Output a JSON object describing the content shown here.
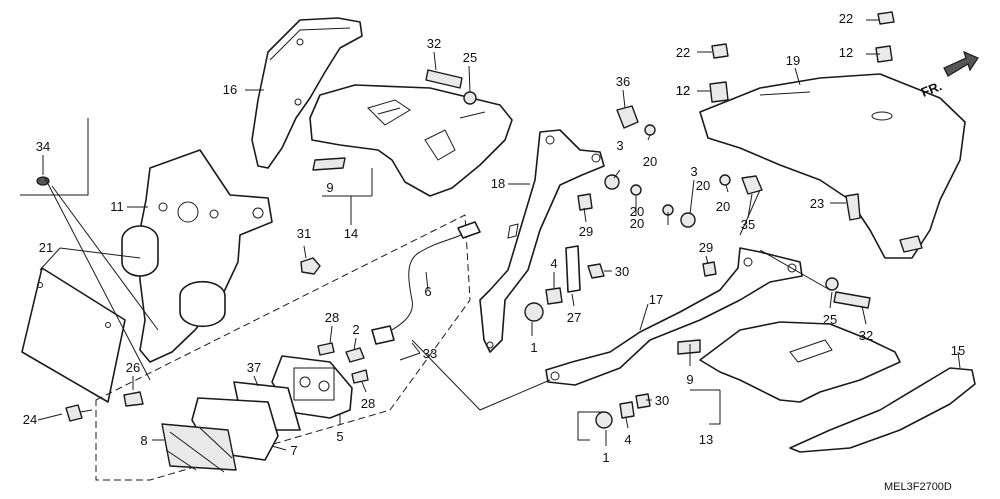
{
  "diagram_code": "MEL3F2700D",
  "direction_label": "FR.",
  "callouts": [
    {
      "id": "c22a",
      "text": "22"
    },
    {
      "id": "c12a",
      "text": "12"
    },
    {
      "id": "c22b",
      "text": "22"
    },
    {
      "id": "c12b",
      "text": "12"
    },
    {
      "id": "c12c",
      "text": "12"
    },
    {
      "id": "c19",
      "text": "19"
    },
    {
      "id": "c32a",
      "text": "32"
    },
    {
      "id": "c25a",
      "text": "25"
    },
    {
      "id": "c16",
      "text": "16"
    },
    {
      "id": "c36",
      "text": "36"
    },
    {
      "id": "c34",
      "text": "34"
    },
    {
      "id": "c3a",
      "text": "3"
    },
    {
      "id": "c20a",
      "text": "20"
    },
    {
      "id": "c3b",
      "text": "3"
    },
    {
      "id": "c20b",
      "text": "20"
    },
    {
      "id": "c9a",
      "text": "9"
    },
    {
      "id": "c18",
      "text": "18"
    },
    {
      "id": "c20c",
      "text": "20"
    },
    {
      "id": "c20d",
      "text": "20"
    },
    {
      "id": "c35",
      "text": "35"
    },
    {
      "id": "c23",
      "text": "23"
    },
    {
      "id": "c11",
      "text": "11"
    },
    {
      "id": "c14",
      "text": "14"
    },
    {
      "id": "c29a",
      "text": "29"
    },
    {
      "id": "c20e",
      "text": "20"
    },
    {
      "id": "c31",
      "text": "31"
    },
    {
      "id": "c21",
      "text": "21"
    },
    {
      "id": "c29b",
      "text": "29"
    },
    {
      "id": "c4a",
      "text": "4"
    },
    {
      "id": "c30a",
      "text": "30"
    },
    {
      "id": "c6",
      "text": "6"
    },
    {
      "id": "c25b",
      "text": "25"
    },
    {
      "id": "c27",
      "text": "27"
    },
    {
      "id": "c17",
      "text": "17"
    },
    {
      "id": "c28a",
      "text": "28"
    },
    {
      "id": "c2",
      "text": "2"
    },
    {
      "id": "c32b",
      "text": "32"
    },
    {
      "id": "c1a",
      "text": "1"
    },
    {
      "id": "c33",
      "text": "33"
    },
    {
      "id": "c26",
      "text": "26"
    },
    {
      "id": "c37",
      "text": "37"
    },
    {
      "id": "c9b",
      "text": "9"
    },
    {
      "id": "c15",
      "text": "15"
    },
    {
      "id": "c28b",
      "text": "28"
    },
    {
      "id": "c24",
      "text": "24"
    },
    {
      "id": "c30b",
      "text": "30"
    },
    {
      "id": "c4b",
      "text": "4"
    },
    {
      "id": "c13",
      "text": "13"
    },
    {
      "id": "c5",
      "text": "5"
    },
    {
      "id": "c8",
      "text": "8"
    },
    {
      "id": "c7",
      "text": "7"
    },
    {
      "id": "c1b",
      "text": "1"
    }
  ]
}
